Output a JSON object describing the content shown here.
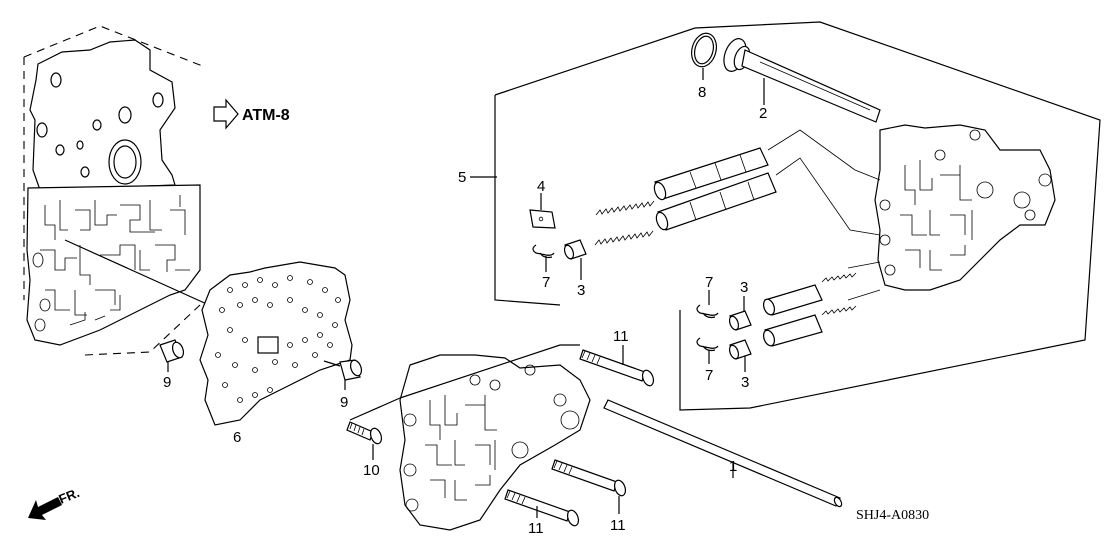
{
  "diagram": {
    "title": "Valve Body Assembly Exploded View",
    "reference": {
      "label": "ATM-8",
      "icon": "outline-arrow-right-icon"
    },
    "direction_indicator": {
      "label": "FR.",
      "icon": "solid-arrow-down-left-icon"
    },
    "drawing_code": "SHJ4-A0830",
    "callouts": [
      {
        "id": "c1",
        "number": "1",
        "part": "long-pin"
      },
      {
        "id": "c2",
        "number": "2",
        "part": "shaft"
      },
      {
        "id": "c3a",
        "number": "3",
        "part": "valve-cap-upper-left"
      },
      {
        "id": "c3b",
        "number": "3",
        "part": "valve-cap-mid"
      },
      {
        "id": "c3c",
        "number": "3",
        "part": "valve-cap-lower"
      },
      {
        "id": "c4",
        "number": "4",
        "part": "plate"
      },
      {
        "id": "c5",
        "number": "5",
        "part": "valve-body-assembly-group"
      },
      {
        "id": "c6",
        "number": "6",
        "part": "separator-plate"
      },
      {
        "id": "c7a",
        "number": "7",
        "part": "clip-left"
      },
      {
        "id": "c7b",
        "number": "7",
        "part": "clip-mid-upper"
      },
      {
        "id": "c7c",
        "number": "7",
        "part": "clip-mid-lower"
      },
      {
        "id": "c8",
        "number": "8",
        "part": "o-ring"
      },
      {
        "id": "c9a",
        "number": "9",
        "part": "dowel-pin-left"
      },
      {
        "id": "c9b",
        "number": "9",
        "part": "dowel-pin-right"
      },
      {
        "id": "c10",
        "number": "10",
        "part": "flange-bolt-short"
      },
      {
        "id": "c11a",
        "number": "11",
        "part": "flange-bolt-top"
      },
      {
        "id": "c11b",
        "number": "11",
        "part": "flange-bolt-bottom-left"
      },
      {
        "id": "c11c",
        "number": "11",
        "part": "flange-bolt-bottom-right"
      }
    ]
  }
}
